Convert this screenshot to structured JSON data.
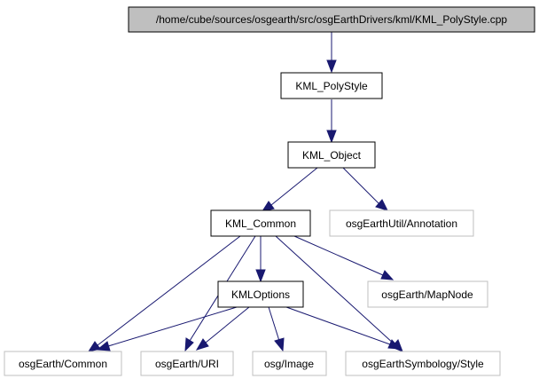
{
  "graph": {
    "colors": {
      "edge": "#191970",
      "root_fill": "#bfbfbf",
      "external_border": "#bfbfbf",
      "project_border": "#000000"
    },
    "nodes": {
      "root": "/home/cube/sources/osgearth/src/osgEarthDrivers/kml/KML_PolyStyle.cpp",
      "kml_polystyle": "KML_PolyStyle",
      "kml_object": "KML_Object",
      "kml_common": "KML_Common",
      "annotation": "osgEarthUtil/Annotation",
      "kmloptions": "KMLOptions",
      "mapnode": "osgEarth/MapNode",
      "common": "osgEarth/Common",
      "uri": "osgEarth/URI",
      "image": "osg/Image",
      "style": "osgEarthSymbology/Style"
    },
    "edges": [
      [
        "root",
        "kml_polystyle"
      ],
      [
        "kml_polystyle",
        "kml_object"
      ],
      [
        "kml_object",
        "kml_common"
      ],
      [
        "kml_object",
        "annotation"
      ],
      [
        "kml_common",
        "kmloptions"
      ],
      [
        "kml_common",
        "mapnode"
      ],
      [
        "kml_common",
        "common"
      ],
      [
        "kml_common",
        "uri"
      ],
      [
        "kml_common",
        "style"
      ],
      [
        "kmloptions",
        "common"
      ],
      [
        "kmloptions",
        "uri"
      ],
      [
        "kmloptions",
        "image"
      ],
      [
        "kmloptions",
        "style"
      ]
    ]
  }
}
